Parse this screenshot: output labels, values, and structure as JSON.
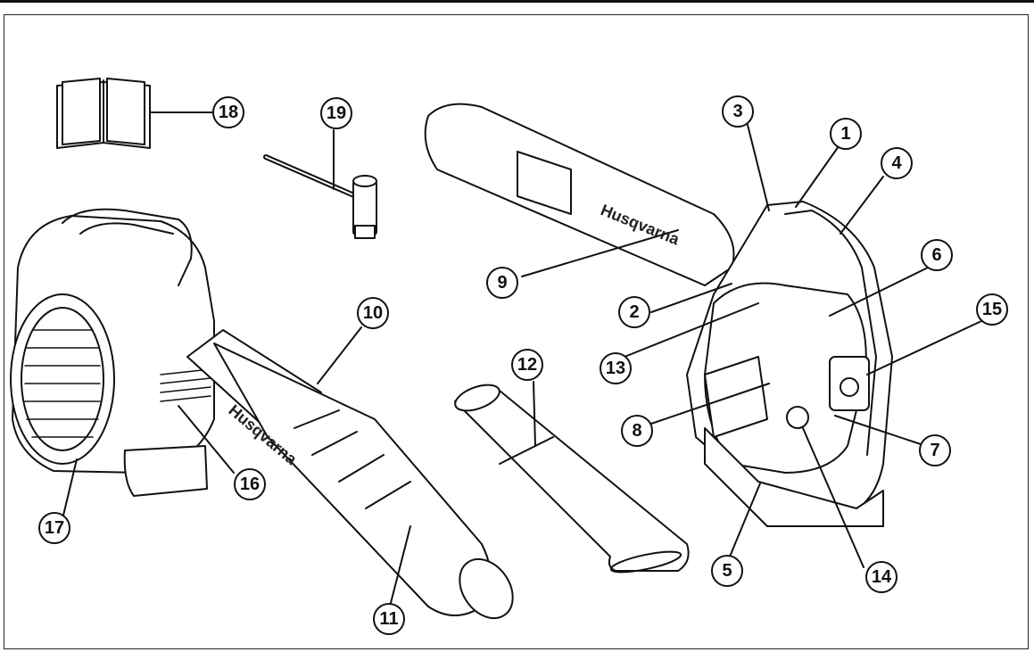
{
  "brand_text": "Husqvarna",
  "callouts": [
    {
      "id": "c1",
      "label": "1"
    },
    {
      "id": "c2",
      "label": "2"
    },
    {
      "id": "c3",
      "label": "3"
    },
    {
      "id": "c4",
      "label": "4"
    },
    {
      "id": "c5",
      "label": "5"
    },
    {
      "id": "c6",
      "label": "6"
    },
    {
      "id": "c7",
      "label": "7"
    },
    {
      "id": "c8",
      "label": "8"
    },
    {
      "id": "c9",
      "label": "9"
    },
    {
      "id": "c10",
      "label": "10"
    },
    {
      "id": "c11",
      "label": "11"
    },
    {
      "id": "c12",
      "label": "12"
    },
    {
      "id": "c13",
      "label": "13"
    },
    {
      "id": "c14",
      "label": "14"
    },
    {
      "id": "c15",
      "label": "15"
    },
    {
      "id": "c16",
      "label": "16"
    },
    {
      "id": "c17",
      "label": "17"
    },
    {
      "id": "c18",
      "label": "18"
    },
    {
      "id": "c19",
      "label": "19"
    }
  ]
}
